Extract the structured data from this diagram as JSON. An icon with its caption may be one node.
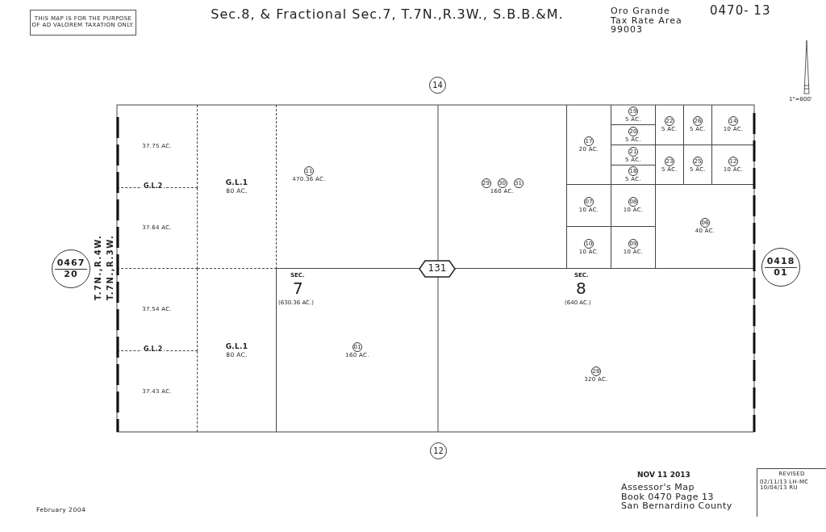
{
  "diagram": {
    "title": "Sec.8, & Fractional Sec.7, T.7N.,R.3W., S.B.B.&M.",
    "nodes": [
      {
        "text": [
          "THIS MAP IS FOR THE PURPOSE OF AD VALOREM TAXATION ONLY."
        ]
      },
      {
        "text": [
          "14"
        ]
      },
      {
        "text": [
          "37.75 AC."
        ]
      },
      {
        "text": [
          "G.L.1",
          "80 AC."
        ]
      },
      {
        "text": [
          "11",
          "470.36 AC."
        ]
      },
      {
        "text": [
          "37.64 AC."
        ]
      },
      {
        "text": [
          "37.54 AC."
        ]
      },
      {
        "text": [
          "G.L.1",
          "80 AC."
        ]
      },
      {
        "text": [
          "01",
          "160 AC."
        ]
      },
      {
        "text": [
          "37.43 AC."
        ]
      },
      {
        "text": [
          "0467",
          "20"
        ]
      },
      {
        "text": [
          "131"
        ]
      },
      {
        "text": [
          "29",
          "30",
          "31",
          "160 AC."
        ]
      },
      {
        "text": [
          "17",
          "20 AC."
        ]
      },
      {
        "text": [
          "19",
          "5 AC."
        ]
      },
      {
        "text": [
          "22",
          "5 AC."
        ]
      },
      {
        "text": [
          "26",
          "5 AC."
        ]
      },
      {
        "text": [
          "14",
          "10 AC."
        ]
      },
      {
        "text": [
          "20",
          "5 AC."
        ]
      },
      {
        "text": [
          "21",
          "5 AC."
        ]
      },
      {
        "text": [
          "23",
          "5 AC."
        ]
      },
      {
        "text": [
          "25",
          "5 AC."
        ]
      },
      {
        "text": [
          "12",
          "10 AC."
        ]
      },
      {
        "text": [
          "18",
          "5 AC."
        ]
      },
      {
        "text": [
          "07",
          "10 AC."
        ]
      },
      {
        "text": [
          "08",
          "10 AC."
        ]
      },
      {
        "text": [
          "06",
          "40 AC."
        ]
      },
      {
        "text": [
          "10",
          "10 AC."
        ]
      },
      {
        "text": [
          "09",
          "10 AC."
        ]
      },
      {
        "text": [
          "28",
          "320 AC."
        ]
      },
      {
        "text": [
          "0418",
          "01"
        ]
      },
      {
        "text": [
          "12"
        ]
      },
      {
        "text": [
          "REVISED",
          "02/11/13 LH-MC 10/04/13 RU"
        ]
      }
    ],
    "labels": [
      "Oro Grande Tax Rate Area 99003",
      "0470- 13",
      "1\"=800'",
      "G.L.2",
      "T.7N.,R.4W.",
      "T.7N.,R.3W.",
      "SEC.",
      "7",
      "(630.36 AC.)",
      "SEC.",
      "8",
      "(640 AC.)",
      "G.L.2",
      "NOV 11 2013",
      "Assessor's Map Book 0470 Page 13 San Bernardino County",
      "February 2004"
    ]
  }
}
